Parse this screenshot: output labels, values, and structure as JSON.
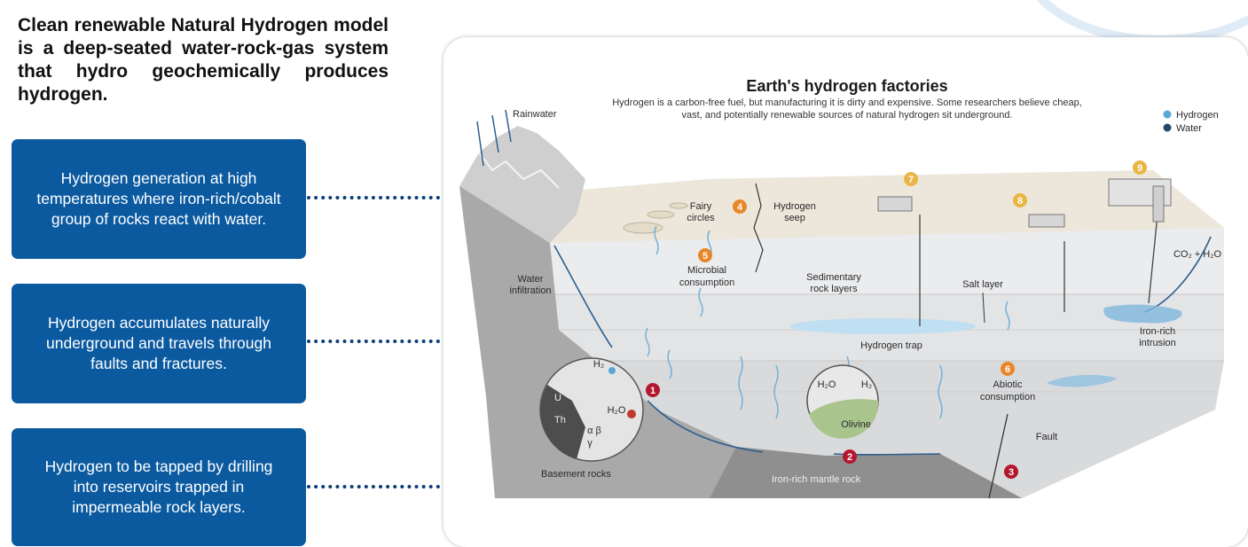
{
  "headline": "Clean renewable Natural Hydrogen model is a deep-seated water-rock-gas system that hydro geochemically produces hydrogen.",
  "cards": [
    "Hydrogen generation at high temperatures where iron-rich/cobalt group of rocks react with water.",
    "Hydrogen accumulates naturally underground and travels through faults and fractures.",
    "Hydrogen to be tapped by drilling into reservoirs trapped in impermeable rock layers."
  ],
  "diagram": {
    "title": "Earth's hydrogen factories",
    "subtitle_line1": "Hydrogen is a carbon-free fuel, but manufacturing it is dirty and expensive. Some researchers believe cheap,",
    "subtitle_line2": "vast, and potentially renewable sources of natural hydrogen sit underground.",
    "legend": {
      "hydrogen": "Hydrogen",
      "water": "Water"
    },
    "colors": {
      "hydrogen": "#5aa6d6",
      "water": "#234a6b",
      "marker_orange": "#e8862a",
      "marker_red": "#b3172f",
      "marker_yellow": "#e9b544"
    },
    "labels": {
      "rainwater": "Rainwater",
      "water_infiltration_1": "Water",
      "water_infiltration_2": "infiltration",
      "fairy_1": "Fairy",
      "fairy_2": "circles",
      "seep_1": "Hydrogen",
      "seep_2": "seep",
      "microbial_1": "Microbial",
      "microbial_2": "consumption",
      "sedimentary_1": "Sedimentary",
      "sedimentary_2": "rock layers",
      "salt": "Salt layer",
      "trap": "Hydrogen trap",
      "abiotic_1": "Abiotic",
      "abiotic_2": "consumption",
      "fault": "Fault",
      "intrusion_1": "Iron-rich",
      "intrusion_2": "intrusion",
      "co2_h2o": "CO₂ + H₂O",
      "basement": "Basement rocks",
      "mantle": "Iron-rich mantle rock",
      "olivine": "Olivine",
      "h2": "H₂",
      "h2o": "H₂O",
      "u": "U",
      "th": "Th",
      "alpha_beta": "α β",
      "gamma": "γ"
    },
    "markers": [
      "1",
      "2",
      "3",
      "4",
      "5",
      "6",
      "7",
      "8",
      "9"
    ]
  }
}
